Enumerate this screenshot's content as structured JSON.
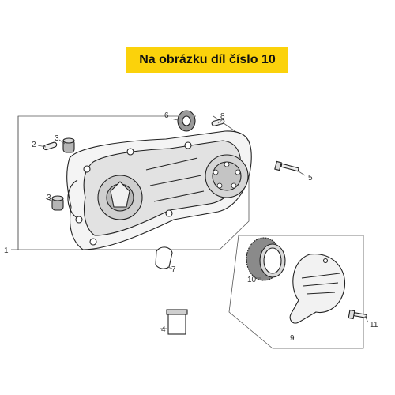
{
  "banner": {
    "text": "Na obrázku díl číslo 10",
    "color": "#fbd20b"
  },
  "callouts": [
    {
      "id": "1",
      "text": "1"
    },
    {
      "id": "2",
      "text": "2"
    },
    {
      "id": "3a",
      "text": "3"
    },
    {
      "id": "3b",
      "text": "3"
    },
    {
      "id": "4",
      "text": "4"
    },
    {
      "id": "5",
      "text": "5"
    },
    {
      "id": "6",
      "text": "6"
    },
    {
      "id": "7",
      "text": "7"
    },
    {
      "id": "8",
      "text": "8"
    },
    {
      "id": "9",
      "text": "9"
    },
    {
      "id": "10",
      "text": "10"
    },
    {
      "id": "11",
      "text": "11"
    }
  ]
}
